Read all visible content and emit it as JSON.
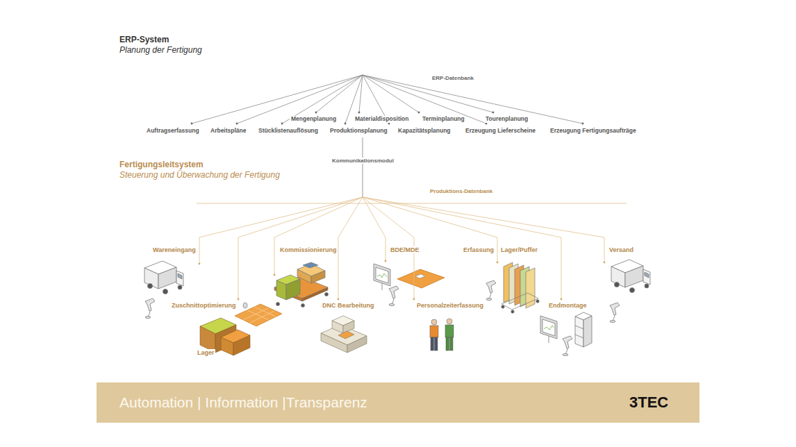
{
  "diagram": {
    "nodes": [
      {
        "text": [
          "Automation | Information |Transparenz",
          "3TEC"
        ]
      }
    ],
    "labels": [
      "ERP-System",
      "Planung der Fertigung",
      "ERP-Datenbank",
      "Auftragserfassung",
      "Arbeitspläne",
      "Stücklistenauflösung",
      "Mengenplanung",
      "Produktionsplanung",
      "Materialdisposition",
      "Kapazitätsplanung",
      "Terminplanung",
      "Erzeugung Lieferscheine",
      "Tourenplanung",
      "Erzeugung Fertigungsaufträge",
      "Kommunikationsmodul",
      "Fertigungsleitsystem",
      "Steuerung und Überwachung der Fertigung",
      "Produktions-Datenbank",
      "Wareneingang",
      "Kommissionierung",
      "BDE/MDE",
      "Erfassung",
      "Lager/Puffer",
      "Versand",
      "Zuschnittoptimierung",
      "DNC Bearbeitung",
      "Personalzeiterfassung",
      "Endmontage",
      "Lager"
    ]
  }
}
